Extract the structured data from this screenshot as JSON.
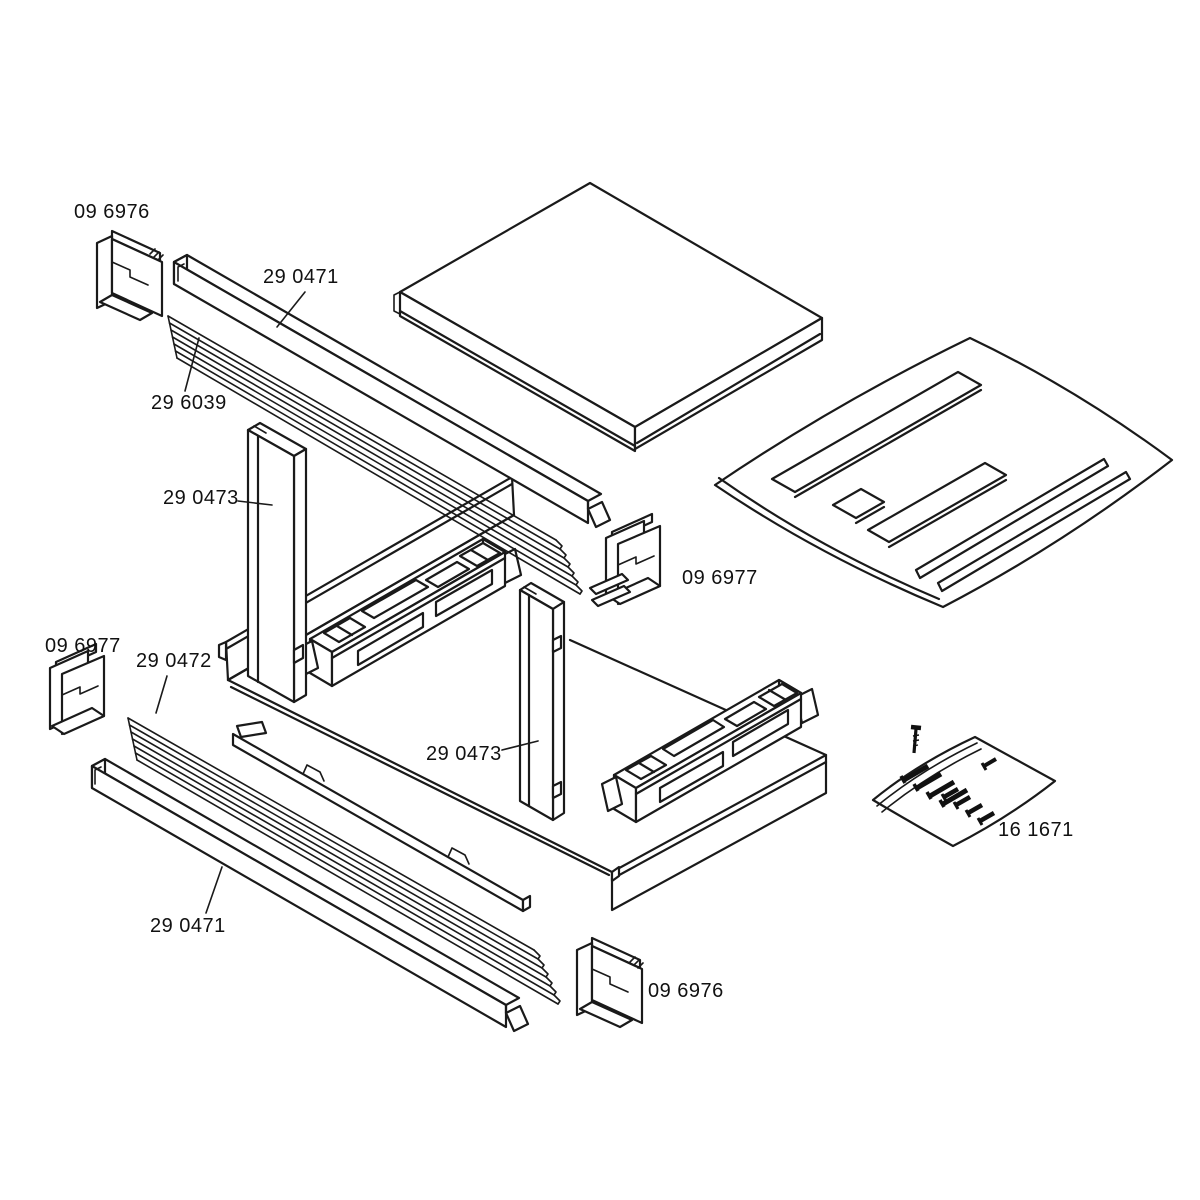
{
  "diagram": {
    "kind": "exploded-parts-diagram",
    "background_color": "#ffffff",
    "line_color": "#1a1a1a",
    "labels": [
      {
        "text": "09 6976",
        "part": "corner-bracket-top-left"
      },
      {
        "text": "29 0471",
        "part": "trim-rail-top"
      },
      {
        "text": "29 6039",
        "part": "ribbed-strip-top"
      },
      {
        "text": "29 0473",
        "part": "vertical-post-left"
      },
      {
        "text": "09 6977",
        "part": "clip-bracket-middle"
      },
      {
        "text": "09 6977",
        "part": "clip-bracket-left"
      },
      {
        "text": "29 0472",
        "part": "ribbed-strip-bottom"
      },
      {
        "text": "29 0473",
        "part": "vertical-post-right"
      },
      {
        "text": "16 1671",
        "part": "screw-kit-bag"
      },
      {
        "text": "29 0471",
        "part": "trim-rail-bottom"
      },
      {
        "text": "09 6976",
        "part": "corner-bracket-bottom"
      }
    ]
  }
}
